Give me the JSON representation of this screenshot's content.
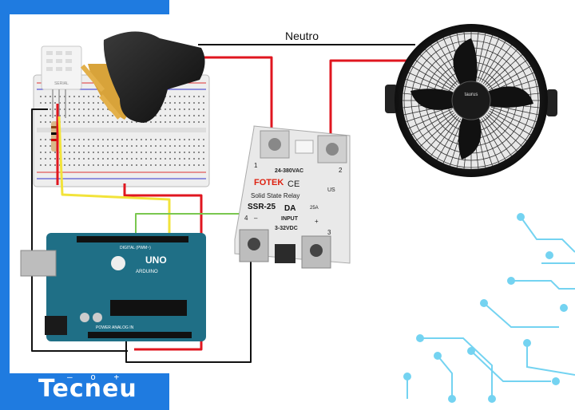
{
  "labels": {
    "neutral_wire": "Neutro",
    "brand": "Tecneu",
    "brand_marks": "– o +"
  },
  "relay": {
    "brand": "FOTEK",
    "marks": "CE",
    "cert": "US",
    "type": "Solid State Relay",
    "model": "SSR-25",
    "suffix": "DA",
    "rating": "25A",
    "output_range": "24-380VAC",
    "input_label": "INPUT",
    "input_range": "3-32VDC",
    "terminals": [
      "1",
      "2",
      "3",
      "4"
    ],
    "polarity_minus": "–",
    "polarity_plus": "+"
  },
  "fan": {
    "brand": "taurus"
  },
  "arduino": {
    "board": "UNO",
    "maker": "ARDUINO",
    "header_digital": "DIGITAL (PWM~)",
    "header_power": "POWER  ANALOG IN"
  },
  "sensor": {
    "text": "SERIAL"
  },
  "colors": {
    "brand_blue": "#1f7be0",
    "wire_red": "#e0161f",
    "wire_black": "#111111",
    "wire_yellow": "#f2e33a",
    "wire_green": "#7ac74f",
    "board_teal": "#1f6f86",
    "circuit_cyan": "#52c9ee"
  }
}
